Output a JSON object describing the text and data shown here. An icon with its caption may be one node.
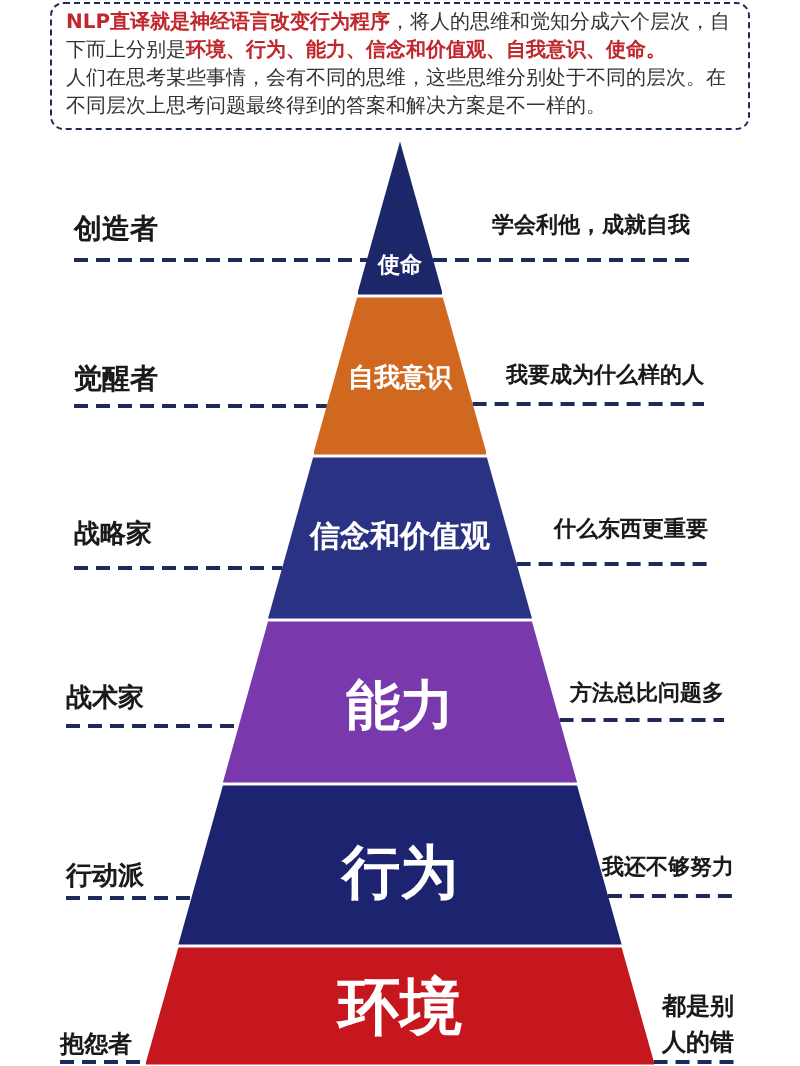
{
  "diagram": {
    "nodes": [
      {
        "text": [
          "**NLP直译就是神经语言改变行为程序**，将人的思维和觉知分成六个层次，自下而上分别是**环境、行为、能力、信念和价值观、自我意识、使命。**",
          "人们在思考某些事情，会有不同的思维，这些思维分别处于不同的层次。在不同层次上思考问题最终得到的答案和解决方案是不一样的。"
        ]
      },
      {
        "text": [
          "创造者"
        ]
      },
      {
        "text": [
          "使命"
        ]
      },
      {
        "text": [
          "学会利他，成就自我"
        ]
      },
      {
        "text": [
          "觉醒者"
        ]
      },
      {
        "text": [
          "自我意识"
        ]
      },
      {
        "text": [
          "我要成为什么样的人"
        ]
      },
      {
        "text": [
          "战略家"
        ]
      },
      {
        "text": [
          "信念和价值观"
        ]
      },
      {
        "text": [
          "什么东西更重要"
        ]
      },
      {
        "text": [
          "战术家"
        ]
      },
      {
        "text": [
          "能力"
        ]
      },
      {
        "text": [
          "方法总比问题多"
        ]
      },
      {
        "text": [
          "行动派"
        ]
      },
      {
        "text": [
          "行为"
        ]
      },
      {
        "text": [
          "我还不够努力"
        ]
      },
      {
        "text": [
          "抱怨者"
        ]
      },
      {
        "text": [
          "环境"
        ]
      },
      {
        "text": [
          "都是别人的错"
        ]
      }
    ],
    "edges": [
      {
        "from": 1,
        "to": 2,
        "arrow": "none",
        "style": "dashed"
      },
      {
        "from": 2,
        "to": 3,
        "arrow": "none",
        "style": "dashed"
      },
      {
        "from": 4,
        "to": 5,
        "arrow": "none",
        "style": "dashed"
      },
      {
        "from": 5,
        "to": 6,
        "arrow": "none",
        "style": "dashed"
      },
      {
        "from": 7,
        "to": 8,
        "arrow": "none",
        "style": "dashed"
      },
      {
        "from": 8,
        "to": 9,
        "arrow": "none",
        "style": "dashed"
      },
      {
        "from": 10,
        "to": 11,
        "arrow": "none",
        "style": "dashed"
      },
      {
        "from": 11,
        "to": 12,
        "arrow": "none",
        "style": "dashed"
      },
      {
        "from": 13,
        "to": 14,
        "arrow": "none",
        "style": "dashed"
      },
      {
        "from": 14,
        "to": 15,
        "arrow": "none",
        "style": "dashed"
      },
      {
        "from": 16,
        "to": 17,
        "arrow": "none",
        "style": "dashed"
      },
      {
        "from": 17,
        "to": 18,
        "arrow": "none",
        "style": "dashed"
      }
    ]
  }
}
